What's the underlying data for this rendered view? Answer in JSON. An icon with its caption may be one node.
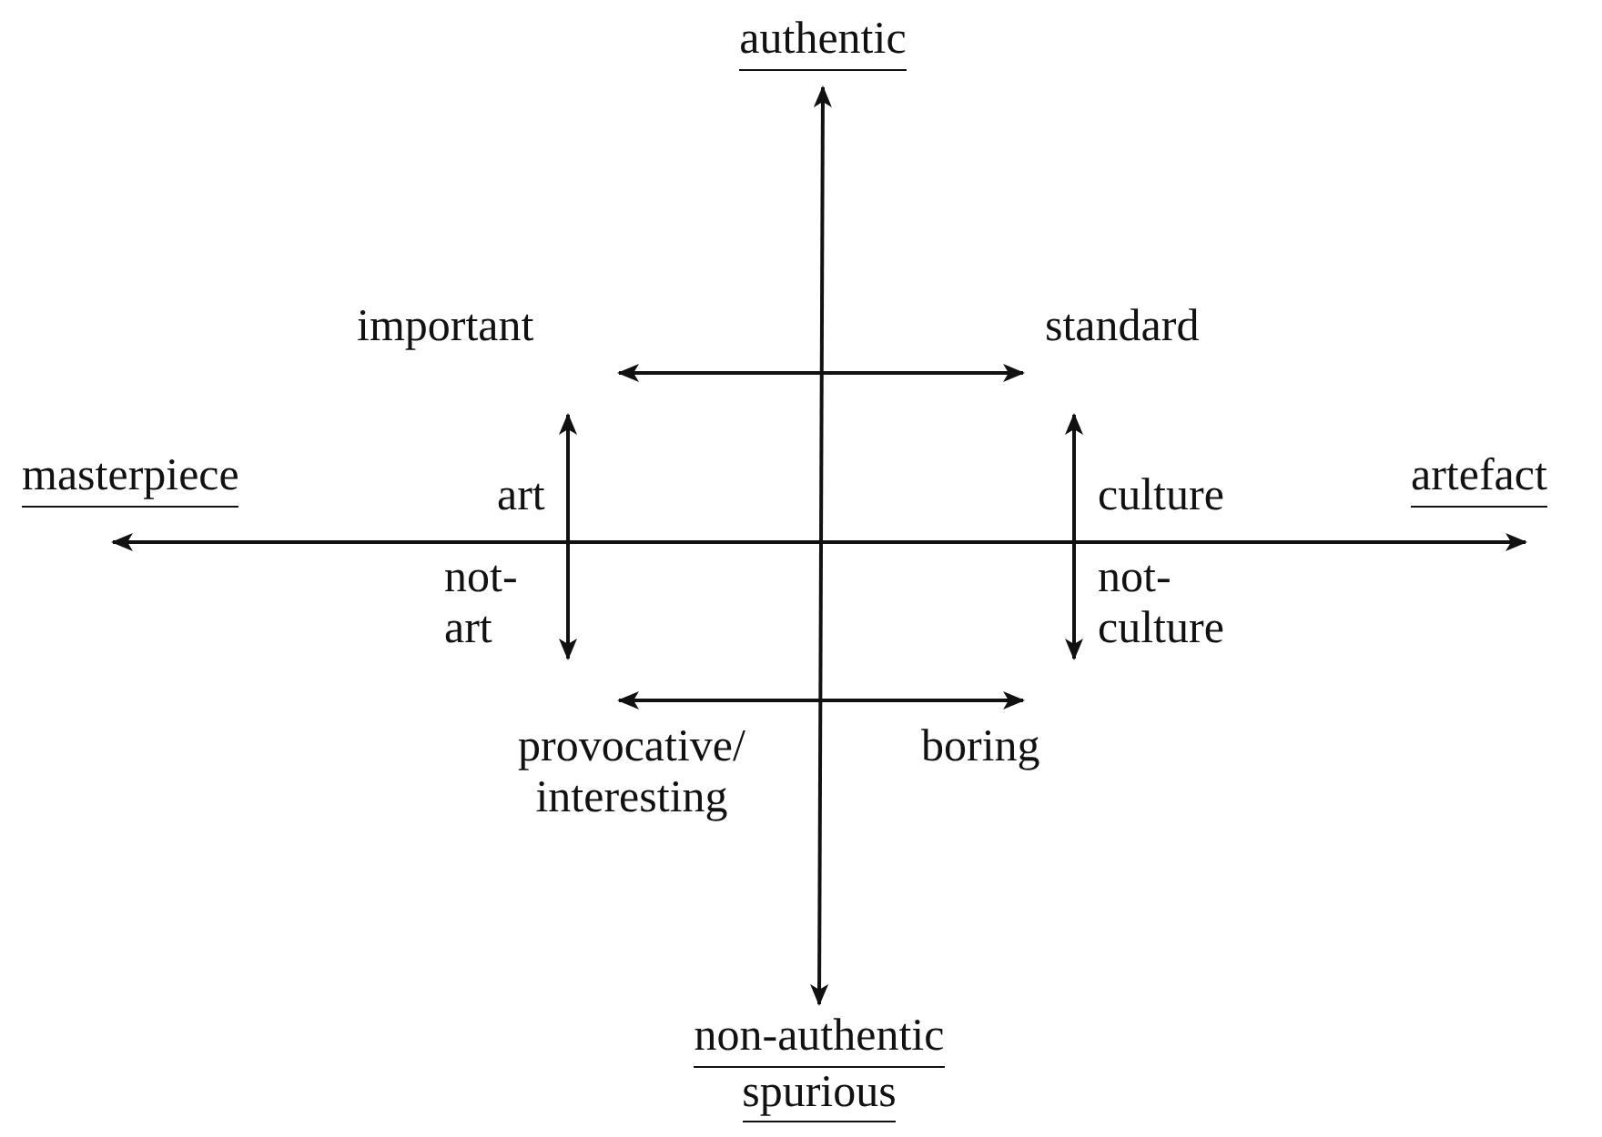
{
  "diagram": {
    "nodes": [
      {
        "text": [
          "authentic"
        ]
      },
      {
        "text": [
          "non-authentic",
          "spurious"
        ]
      },
      {
        "text": [
          "masterpiece"
        ]
      },
      {
        "text": [
          "artefact"
        ]
      },
      {
        "text": [
          "important"
        ]
      },
      {
        "text": [
          "standard"
        ]
      },
      {
        "text": [
          "art"
        ]
      },
      {
        "text": [
          "not- art"
        ]
      },
      {
        "text": [
          "culture"
        ]
      },
      {
        "text": [
          "not- culture"
        ]
      },
      {
        "text": [
          "provocative/ interesting"
        ]
      },
      {
        "text": [
          "boring"
        ]
      }
    ],
    "edges": [
      {
        "from": 0,
        "to": 1,
        "arrow": "both"
      },
      {
        "from": 2,
        "to": 3,
        "arrow": "both"
      },
      {
        "from": 4,
        "to": 5,
        "arrow": "both"
      },
      {
        "from": 6,
        "to": 7,
        "arrow": "both"
      },
      {
        "from": 8,
        "to": 9,
        "arrow": "both"
      },
      {
        "from": 10,
        "to": 11,
        "arrow": "both"
      }
    ]
  }
}
